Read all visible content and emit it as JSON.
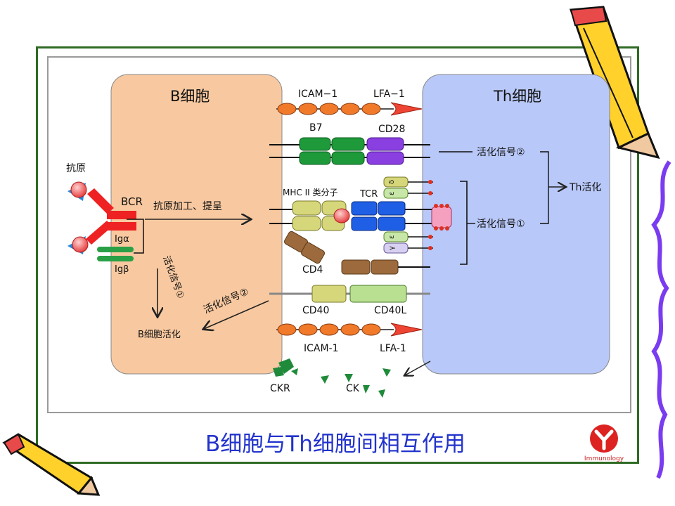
{
  "slide": {
    "caption": "B细胞与Th细胞间相互作用",
    "logo_text": "Immunology"
  },
  "diagram": {
    "b_cell_title": "B细胞",
    "th_cell_title": "Th细胞",
    "antigen_label": "抗原",
    "bcr_label": "BCR",
    "ig_alpha_label": "Igα",
    "ig_beta_label": "Igβ",
    "process_label": "抗原加工、提呈",
    "signal1_vertical": "活化信号①",
    "signal2_diagonal": "活化信号②",
    "b_activation_label": "B细胞活化",
    "icam1_top": "ICAM−1",
    "lfa1_top": "LFA−1",
    "b7_label": "B7",
    "cd28_label": "CD28",
    "mhc_label": "MHC II 类分子",
    "tcr_label": "TCR",
    "cd4_label": "CD4",
    "cd40_label": "CD40",
    "cd40l_label": "CD40L",
    "icam1_bottom": "ICAM-1",
    "lfa1_bottom": "LFA-1",
    "ckr_label": "CKR",
    "ck_label": "CK",
    "signal2_right": "活化信号②",
    "signal1_right": "活化信号①",
    "th_activation_label": "Th活化",
    "cd3_top_1": "δ",
    "cd3_top_2": "ε",
    "cd3_bottom_1": "ε",
    "cd3_bottom_2": "γ"
  },
  "colors": {
    "frame_border": "#2f6b24",
    "b_cell_fill": "#f8c9a0",
    "th_cell_fill": "#b8c8f8",
    "caption": "#2233cc",
    "icam_bead": "#f07a2a",
    "lfa_red": "#ee4433",
    "b7_green": "#1e9a3a",
    "cd28_purple": "#8a3fe0",
    "mhc_olive": "#d6d67a",
    "tcr_blue": "#1f5fe6",
    "cd4_brown": "#9c6a3c",
    "ck_green": "#1f8a3a",
    "logo_red": "#dd2222"
  },
  "icons": [
    "pencil-icon",
    "antigen-icon",
    "arrow-icon",
    "immunology-logo"
  ]
}
